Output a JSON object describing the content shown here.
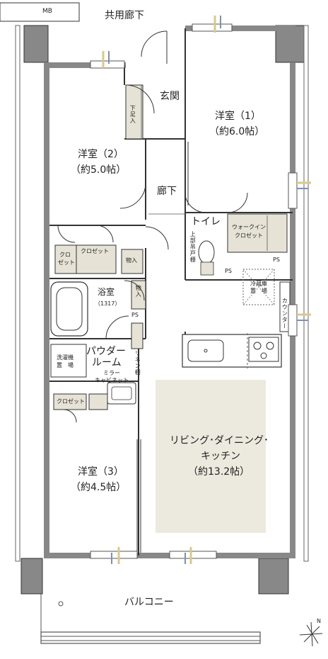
{
  "labels": {
    "mb": "MB",
    "corridor": "共用廊下",
    "entrance": "玄関",
    "shoe_storage": "下足入",
    "western1_name": "洋室（1）",
    "western1_size": "（約6.0帖）",
    "western2_name": "洋室（2）",
    "western2_size": "（約5.0帖）",
    "hallway": "廊下",
    "toilet": "トイレ",
    "upper_cabinet": "上部吊戸棚",
    "walkin_1": "ウォークイン",
    "walkin_2": "クロゼット",
    "closet_small_1": "クロ",
    "closet_small_2": "ゼット",
    "closet": "クロゼット",
    "storage": "物入",
    "ps": "PS",
    "bath_name": "浴室",
    "bath_size": "（1317）",
    "fridge_1": "冷蔵庫",
    "fridge_2": "置　場",
    "counter": "カウンター",
    "powder_1": "パウダー",
    "powder_2": "ルーム",
    "linen": "リネン棚",
    "mirror_1": "ミラー",
    "mirror_2": "キャビネット",
    "washer_1": "洗濯機",
    "washer_2": "置　場",
    "closet3": "クロゼット",
    "western3_name": "洋室（3）",
    "western3_size": "（約4.5帖）",
    "ldk_1": "リビング･ダイニング･",
    "ldk_2": "キッチン",
    "ldk_size": "（約13.2帖）",
    "balcony": "バルコニー",
    "north": "N"
  },
  "colors": {
    "wall": "#888888",
    "wall_dark": "#4d4d4d",
    "line": "#333333",
    "storage_fill": "#e6e2d6",
    "ldk_fill": "#ece9df",
    "window_blue": "#7f8fb0",
    "window_yellow": "#d8c98a"
  },
  "icons": [
    "bathtub-icon",
    "toilet-icon",
    "stove-icon",
    "sink-icon",
    "door-swing-icon",
    "north-arrow-icon"
  ]
}
